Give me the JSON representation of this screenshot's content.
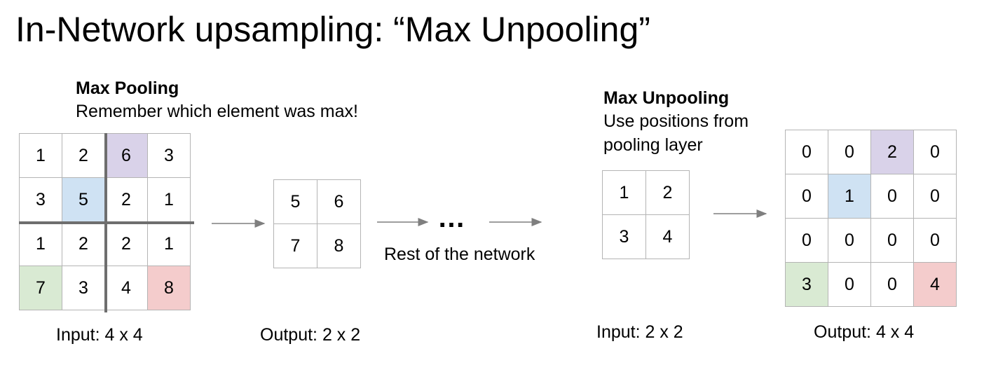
{
  "title": "In-Network upsampling: “Max Unpooling”",
  "pooling": {
    "heading": "Max Pooling",
    "subtitle": "Remember which element was max!",
    "input_grid": [
      [
        "1",
        "2",
        "6",
        "3"
      ],
      [
        "3",
        "5",
        "2",
        "1"
      ],
      [
        "1",
        "2",
        "2",
        "1"
      ],
      [
        "7",
        "3",
        "4",
        "8"
      ]
    ],
    "output_grid": [
      [
        "5",
        "6"
      ],
      [
        "7",
        "8"
      ]
    ],
    "input_caption": "Input: 4 x 4",
    "output_caption": "Output: 2 x 2"
  },
  "middle": {
    "ellipsis": "…",
    "caption": "Rest of the network"
  },
  "unpooling": {
    "heading": "Max Unpooling",
    "subtitle_line1": "Use positions from",
    "subtitle_line2": "pooling layer",
    "input_grid": [
      [
        "1",
        "2"
      ],
      [
        "3",
        "4"
      ]
    ],
    "output_grid": [
      [
        "0",
        "0",
        "2",
        "0"
      ],
      [
        "0",
        "1",
        "0",
        "0"
      ],
      [
        "0",
        "0",
        "0",
        "0"
      ],
      [
        "3",
        "0",
        "0",
        "4"
      ]
    ],
    "input_caption": "Input: 2 x 2",
    "output_caption": "Output: 4 x 4"
  },
  "highlight_colors": {
    "purple": "#d9d2e9",
    "blue": "#cfe2f3",
    "green": "#d9ead3",
    "red": "#f4cccc"
  }
}
